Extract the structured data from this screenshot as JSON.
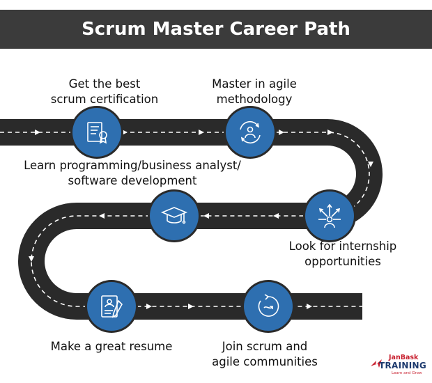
{
  "title": "Scrum Master Career Path",
  "steps": [
    {
      "line1": "Get the best",
      "line2": "scrum certification",
      "icon": "certificate-icon"
    },
    {
      "line1": "Master in agile",
      "line2": "methodology",
      "icon": "agile-cycle-icon"
    },
    {
      "line1": "Learn programming/business analyst/",
      "line2": "software development",
      "icon": "graduation-cap-icon"
    },
    {
      "line1": "Look for internship",
      "line2": "opportunities",
      "icon": "opportunities-icon"
    },
    {
      "line1": "Make a great resume",
      "line2": "",
      "icon": "resume-icon"
    },
    {
      "line1": "Join scrum and",
      "line2": "agile communities",
      "icon": "community-cycle-icon"
    }
  ],
  "logo": {
    "brand": "JanBask",
    "main": "TRAINING",
    "tagline": "Learn and Grow"
  },
  "colors": {
    "banner": "#3b3b3b",
    "road": "#2a2a2a",
    "node": "#2e6fb0",
    "lane": "#ffffff"
  }
}
